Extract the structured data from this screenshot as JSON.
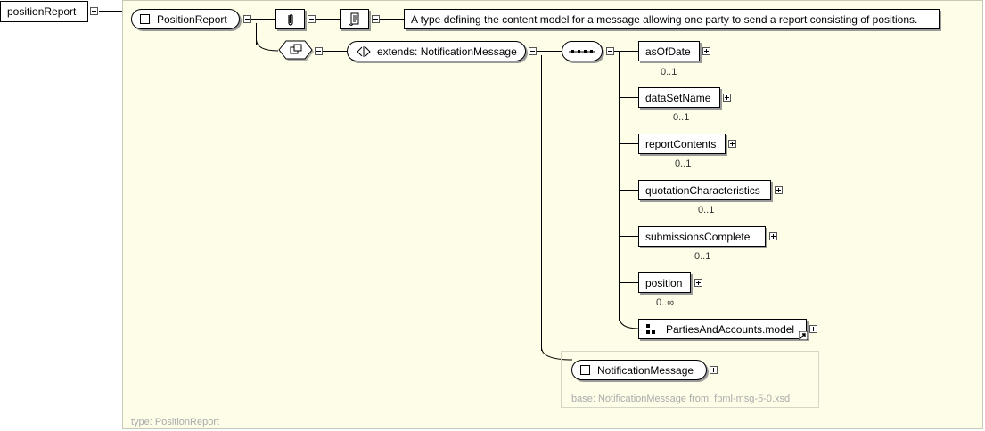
{
  "root": {
    "label": "positionReport"
  },
  "complex_type": {
    "label": "PositionReport"
  },
  "annotation": {
    "text": "A type defining the content model for a message allowing one party to send a report consisting of positions."
  },
  "extension": {
    "label": "extends: NotificationMessage"
  },
  "elements": [
    {
      "name": "asOfDate",
      "card": "0..1"
    },
    {
      "name": "dataSetName",
      "card": "0..1"
    },
    {
      "name": "reportContents",
      "card": "0..1"
    },
    {
      "name": "quotationCharacteristics",
      "card": "0..1"
    },
    {
      "name": "submissionsComplete",
      "card": "0..1"
    },
    {
      "name": "position",
      "card": "0..∞"
    }
  ],
  "group_ref": {
    "label": "PartiesAndAccounts.model"
  },
  "base_type": {
    "label": "NotificationMessage",
    "base_text": "base: NotificationMessage from: fpml-msg-5-0.xsd"
  },
  "type_footer": {
    "text": "type: PositionReport"
  },
  "icons": {
    "sequence": "sequence-icon",
    "attributes": "attributes-icon",
    "documentation": "documentation-icon",
    "choice-group": "group-icon"
  }
}
